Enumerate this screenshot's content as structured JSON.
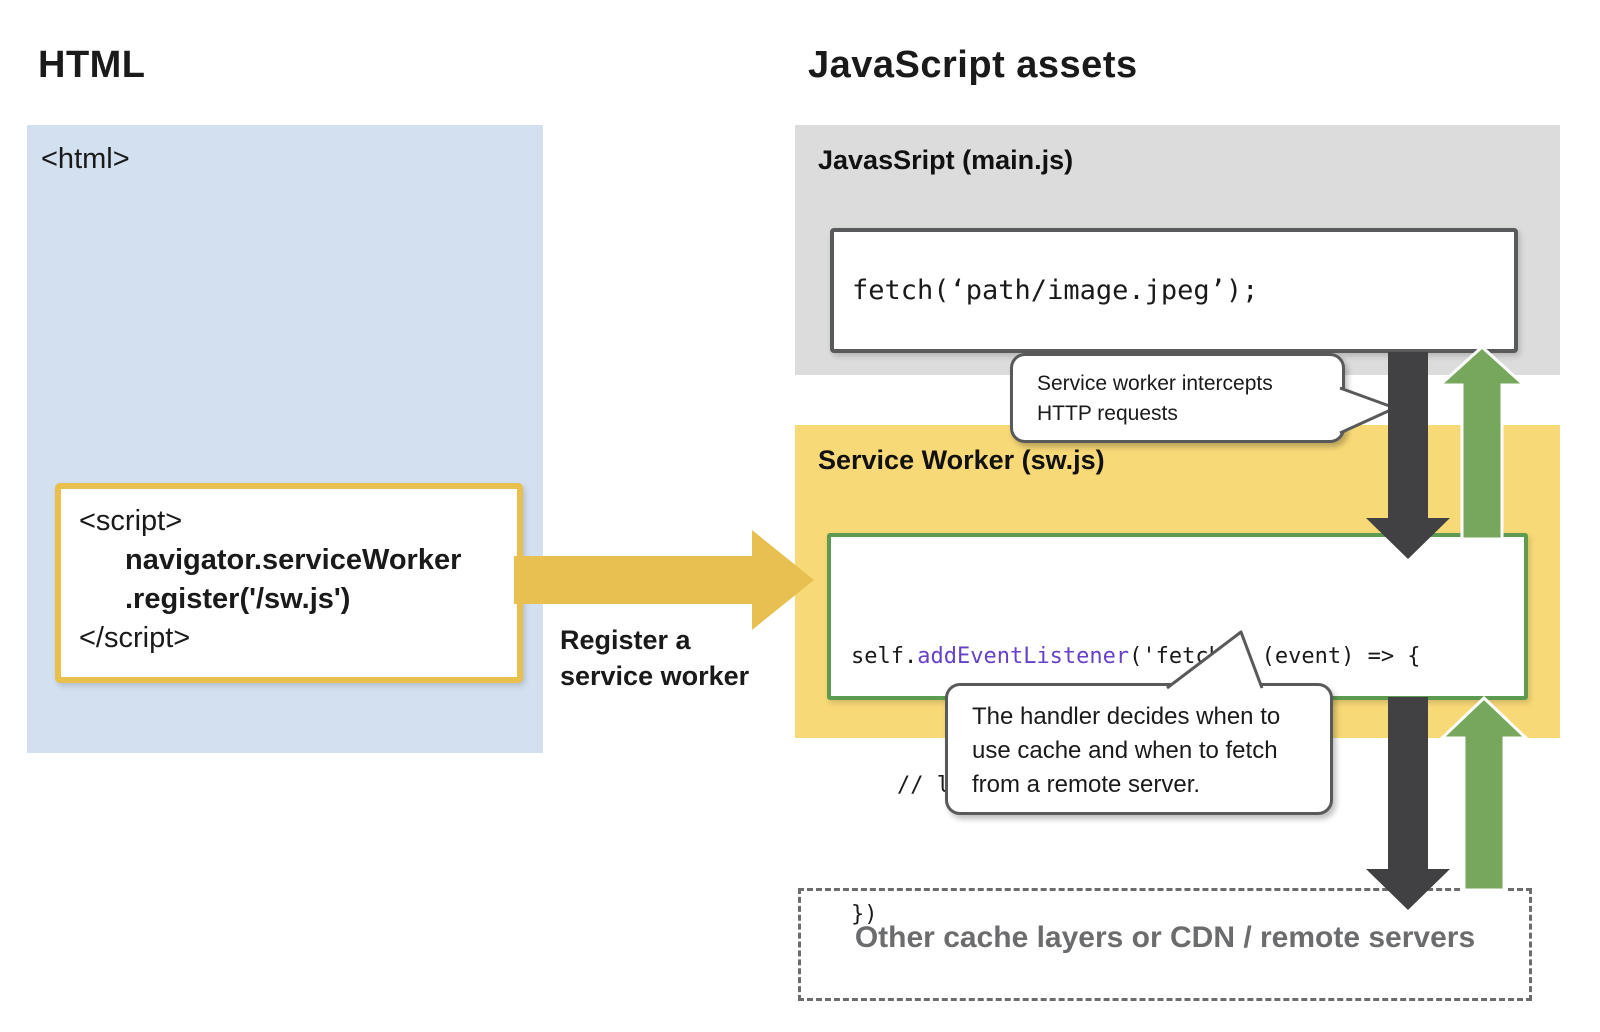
{
  "left": {
    "title": "HTML",
    "html_tag": "<html>",
    "script_block": {
      "lines": [
        "<script>",
        "navigator.serviceWorker",
        ".register('/sw.js')",
        "</script>"
      ]
    },
    "register_label": {
      "line1": "Register a",
      "line2": "service worker"
    }
  },
  "right": {
    "title": "JavaScript assets",
    "main_js": {
      "label": "JavasSript (main.js)",
      "code": "fetch(‘path/image.jpeg’);"
    },
    "service_worker": {
      "label": "Service Worker (sw.js)",
      "code": {
        "line1_self": "self.",
        "line1_method": "addEventListener",
        "line1_rest": "('fetch', (event) => {",
        "line2": "// logic of handling fetch event",
        "line3": "})"
      }
    },
    "bubbles": {
      "intercept": {
        "line1": "Service worker intercepts",
        "line2": "HTTP requests"
      },
      "handler": {
        "line1": "The handler decides when to",
        "line2": "use cache and when to fetch",
        "line3": "from a remote server."
      }
    },
    "cache_box": {
      "label": "Other cache layers or CDN / remote servers"
    }
  },
  "colors": {
    "html_panel": "#D3E0EF",
    "main_js_panel": "#DBDCDB",
    "service_worker_panel": "#F8D977",
    "accent_yellow": "#E8C052",
    "arrow_dark": "#414042",
    "arrow_green": "#76A75C",
    "code_green_border": "#5D9B51",
    "code_keyword_purple": "#6742C8",
    "muted_gray": "#6B6C6E"
  }
}
